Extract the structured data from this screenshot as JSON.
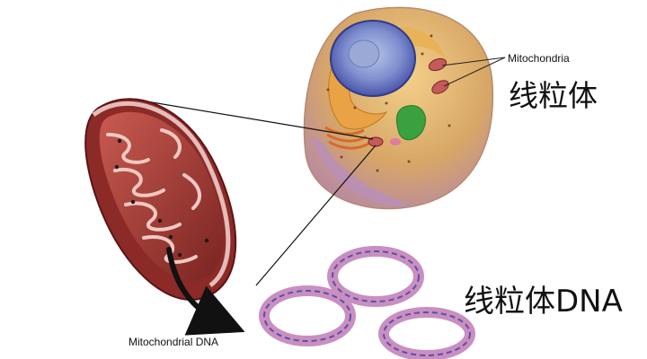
{
  "labels": {
    "mitochondria_en": "Mitochondria",
    "mitochondria_zh": "线粒体",
    "mtdna_zh": "线粒体DNA",
    "mtdna_en": "Mitochondrial DNA"
  },
  "colors": {
    "cell_body": "#d9a86a",
    "nucleus": "#4a5bb0",
    "mitochondrion_outer": "#8c2a28",
    "mitochondrion_inner": "#b8473c",
    "dna_ring": "#c98fc0",
    "dna_strand": "#5b4fa8"
  }
}
